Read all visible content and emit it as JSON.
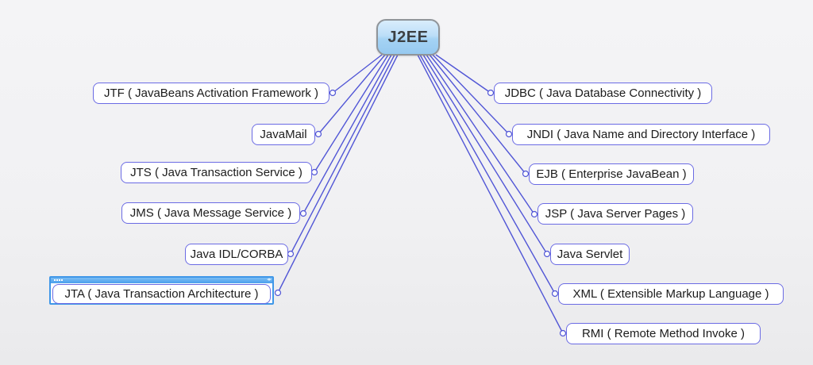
{
  "diagram": {
    "root": {
      "label": "J2EE"
    },
    "left": [
      {
        "label": "JTF ( JavaBeans Activation Framework )"
      },
      {
        "label": "JavaMail"
      },
      {
        "label": "JTS ( Java Transaction Service )"
      },
      {
        "label": "JMS ( Java Message Service )"
      },
      {
        "label": "Java IDL/CORBA"
      },
      {
        "label": "JTA ( Java Transaction Architecture )",
        "selected": true
      }
    ],
    "right": [
      {
        "label": "JDBC ( Java Database Connectivity )"
      },
      {
        "label": "JNDI ( Java Name and Directory Interface )"
      },
      {
        "label": "EJB ( Enterprise JavaBean )"
      },
      {
        "label": "JSP ( Java Server Pages )"
      },
      {
        "label": "Java Servlet"
      },
      {
        "label": "XML ( Extensible Markup Language )"
      },
      {
        "label": "RMI ( Remote Method Invoke )"
      }
    ],
    "colors": {
      "edge": "#5156d6",
      "node_border": "#6b6be4",
      "root_fill_top": "#d9edfc",
      "root_fill_bottom": "#96c9f0",
      "root_border": "#8f9499",
      "selection_frame": "#3f97e8",
      "background": "#f1f1f3"
    }
  }
}
